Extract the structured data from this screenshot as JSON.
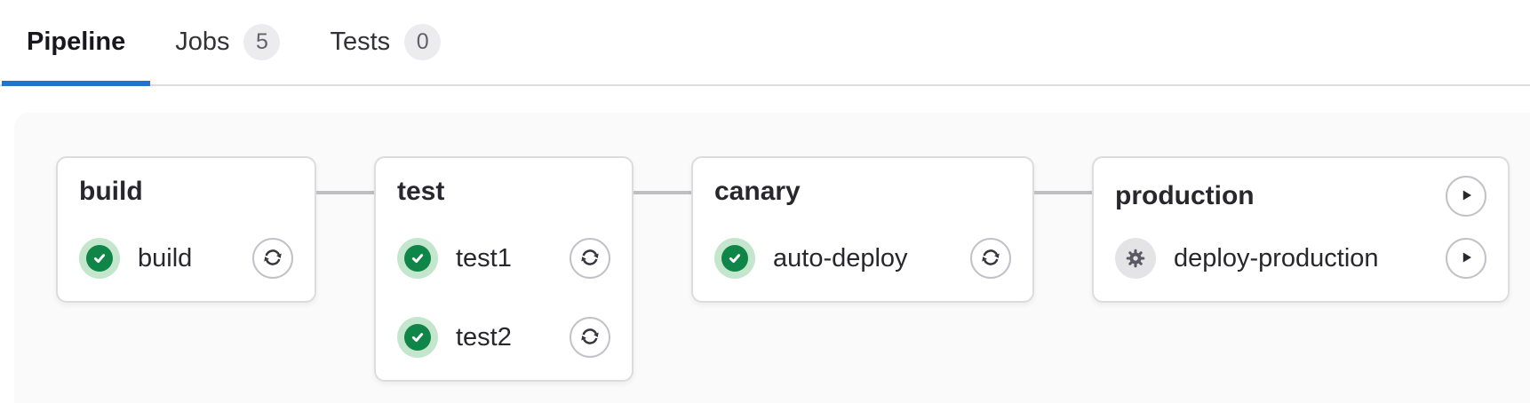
{
  "tab_bar": {
    "tabs": [
      {
        "label": "Pipeline",
        "active": true
      },
      {
        "label": "Jobs",
        "badge": "5",
        "active": false
      },
      {
        "label": "Tests",
        "badge": "0",
        "active": false
      }
    ]
  },
  "pipeline": {
    "stages": [
      {
        "name": "build",
        "jobs": [
          {
            "name": "build",
            "status": "success",
            "status_icon": "check-circle-icon",
            "action": "retry",
            "action_icon": "retry-icon"
          }
        ]
      },
      {
        "name": "test",
        "jobs": [
          {
            "name": "test1",
            "status": "success",
            "status_icon": "check-circle-icon",
            "action": "retry",
            "action_icon": "retry-icon"
          },
          {
            "name": "test2",
            "status": "success",
            "status_icon": "check-circle-icon",
            "action": "retry",
            "action_icon": "retry-icon"
          }
        ]
      },
      {
        "name": "canary",
        "jobs": [
          {
            "name": "auto-deploy",
            "status": "success",
            "status_icon": "check-circle-icon",
            "action": "retry",
            "action_icon": "retry-icon"
          }
        ]
      },
      {
        "name": "production",
        "stage_action": "play",
        "stage_action_icon": "play-icon",
        "jobs": [
          {
            "name": "deploy-production",
            "status": "manual",
            "status_icon": "gear-icon",
            "action": "play",
            "action_icon": "play-icon"
          }
        ]
      }
    ]
  },
  "colors": {
    "accent_blue": "#1f75cb",
    "success_green": "#108548",
    "success_green_light": "#c3e6cd",
    "manual_gray_light": "#e4e4e7",
    "gear_gray": "#5b5a64",
    "card_border": "#dcdcde",
    "connector_gray": "#bfbfc3",
    "area_background": "#fafafb",
    "badge_background": "#ececef",
    "badge_text": "#626168",
    "text_primary": "#28272d"
  }
}
